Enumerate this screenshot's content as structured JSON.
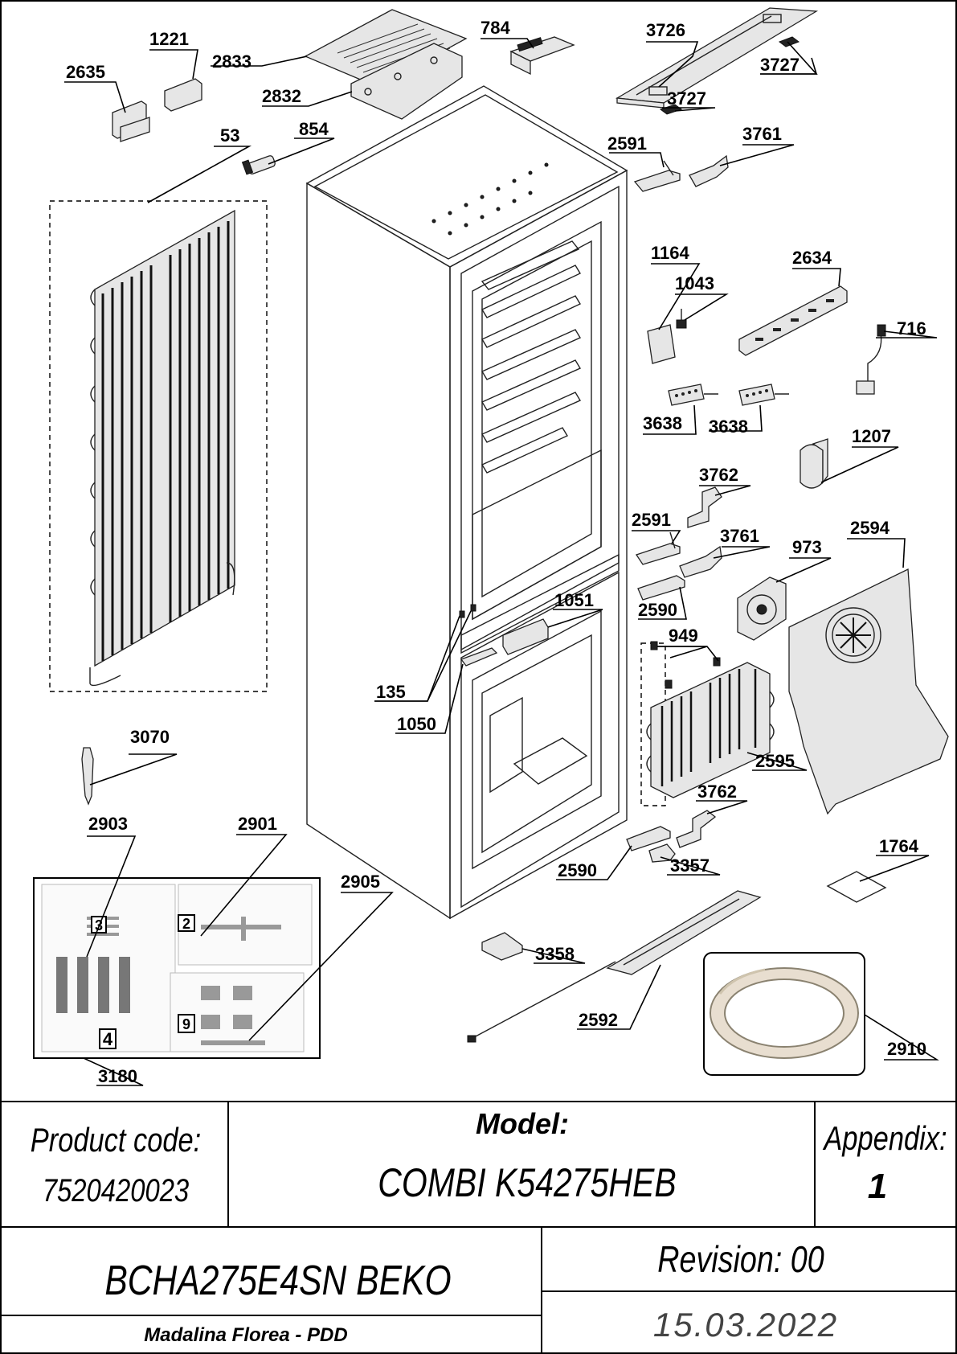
{
  "drawing": {
    "callouts": [
      {
        "id": "1221",
        "text": "1221"
      },
      {
        "id": "2635",
        "text": "2635"
      },
      {
        "id": "2833",
        "text": "2833"
      },
      {
        "id": "2832",
        "text": "2832"
      },
      {
        "id": "784",
        "text": "784"
      },
      {
        "id": "3726",
        "text": "3726"
      },
      {
        "id": "3727a",
        "text": "3727"
      },
      {
        "id": "3727b",
        "text": "3727"
      },
      {
        "id": "53",
        "text": "53"
      },
      {
        "id": "854",
        "text": "854"
      },
      {
        "id": "2591a",
        "text": "2591"
      },
      {
        "id": "3761a",
        "text": "3761"
      },
      {
        "id": "1164",
        "text": "1164"
      },
      {
        "id": "2634",
        "text": "2634"
      },
      {
        "id": "1043",
        "text": "1043"
      },
      {
        "id": "716",
        "text": "716"
      },
      {
        "id": "3638a",
        "text": "3638"
      },
      {
        "id": "3638b",
        "text": "3638"
      },
      {
        "id": "1207",
        "text": "1207"
      },
      {
        "id": "3762a",
        "text": "3762"
      },
      {
        "id": "2591b",
        "text": "2591"
      },
      {
        "id": "3761b",
        "text": "3761"
      },
      {
        "id": "973",
        "text": "973"
      },
      {
        "id": "2594",
        "text": "2594"
      },
      {
        "id": "1051",
        "text": "1051"
      },
      {
        "id": "2590a",
        "text": "2590"
      },
      {
        "id": "949",
        "text": "949"
      },
      {
        "id": "135",
        "text": "135"
      },
      {
        "id": "1050",
        "text": "1050"
      },
      {
        "id": "2595",
        "text": "2595"
      },
      {
        "id": "3070",
        "text": "3070"
      },
      {
        "id": "3762b",
        "text": "3762"
      },
      {
        "id": "2903",
        "text": "2903"
      },
      {
        "id": "2901",
        "text": "2901"
      },
      {
        "id": "2590b",
        "text": "2590"
      },
      {
        "id": "3357",
        "text": "3357"
      },
      {
        "id": "1764",
        "text": "1764"
      },
      {
        "id": "2905",
        "text": "2905"
      },
      {
        "id": "3358",
        "text": "3358"
      },
      {
        "id": "2592",
        "text": "2592"
      },
      {
        "id": "2910",
        "text": "2910"
      },
      {
        "id": "3180",
        "text": "3180"
      }
    ],
    "kit_badges": [
      "3",
      "2",
      "9",
      "4"
    ]
  },
  "title_block": {
    "product_code_label": "Product code:",
    "product_code_value": "7520420023",
    "model_label": "Model:",
    "model_value": "COMBI K54275HEB",
    "appendix_label": "Appendix:",
    "appendix_value": "1",
    "product_name": "BCHA275E4SN BEKO",
    "revision": "Revision: 00",
    "author": "Madalina Florea - PDD",
    "date": "15.03.2022"
  }
}
